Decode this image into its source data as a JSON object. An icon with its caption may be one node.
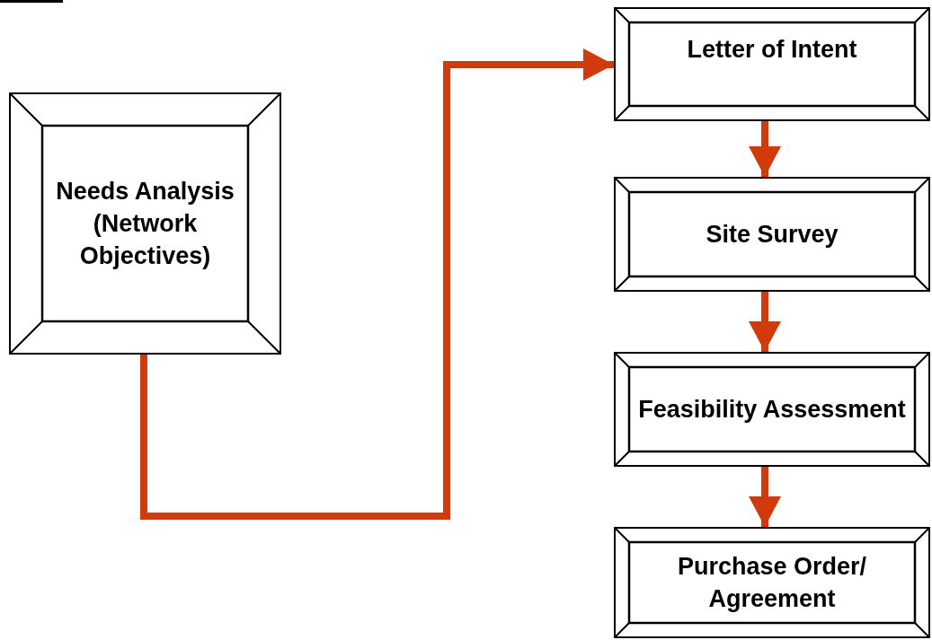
{
  "diagram": {
    "nodes": [
      {
        "text": [
          "Needs Analysis (Network Objectives)"
        ]
      },
      {
        "text": [
          "Letter of Intent"
        ]
      },
      {
        "text": [
          "Site Survey"
        ]
      },
      {
        "text": [
          "Feasibility Assessment"
        ]
      },
      {
        "text": [
          "Purchase Order/ Agreement"
        ]
      }
    ],
    "edges": [
      {
        "from": 0,
        "to": 1,
        "arrow": "to"
      },
      {
        "from": 1,
        "to": 2,
        "arrow": "to"
      },
      {
        "from": 2,
        "to": 3,
        "arrow": "to"
      },
      {
        "from": 3,
        "to": 4,
        "arrow": "to"
      }
    ]
  }
}
